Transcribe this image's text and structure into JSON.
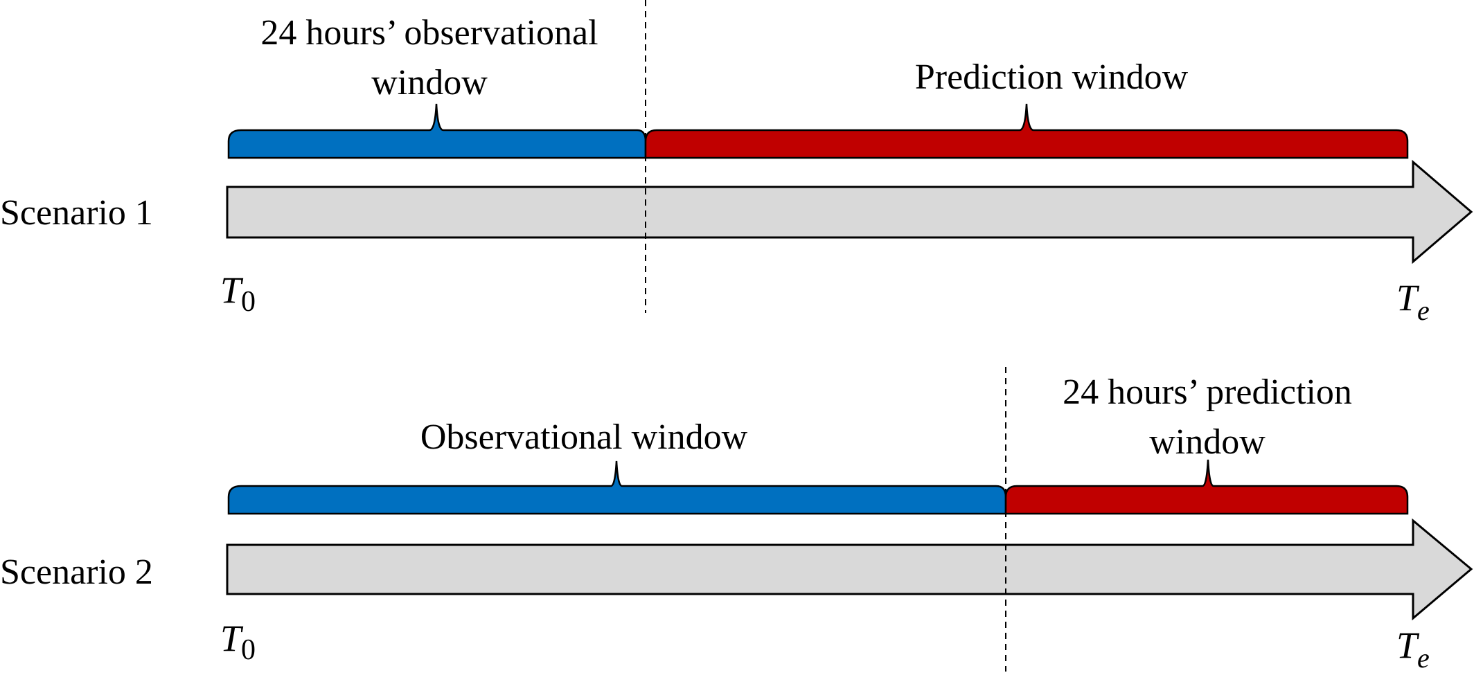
{
  "colors": {
    "observational": "#0070C0",
    "prediction": "#C00000",
    "timeline_fill": "#D9D9D9",
    "stroke": "#000000"
  },
  "scenarios": [
    {
      "label": "Scenario 1",
      "observational_label_line1": "24 hours’ observational",
      "observational_label_line2": "window",
      "prediction_label_line1": "Prediction window",
      "prediction_label_line2": "",
      "start_symbol": "T",
      "start_subscript": "0",
      "end_symbol": "T",
      "end_subscript": "e"
    },
    {
      "label": "Scenario 2",
      "observational_label_line1": "Observational window",
      "observational_label_line2": "",
      "prediction_label_line1": "24 hours’ prediction",
      "prediction_label_line2": "window",
      "start_symbol": "T",
      "start_subscript": "0",
      "end_symbol": "T",
      "end_subscript": "e"
    }
  ]
}
